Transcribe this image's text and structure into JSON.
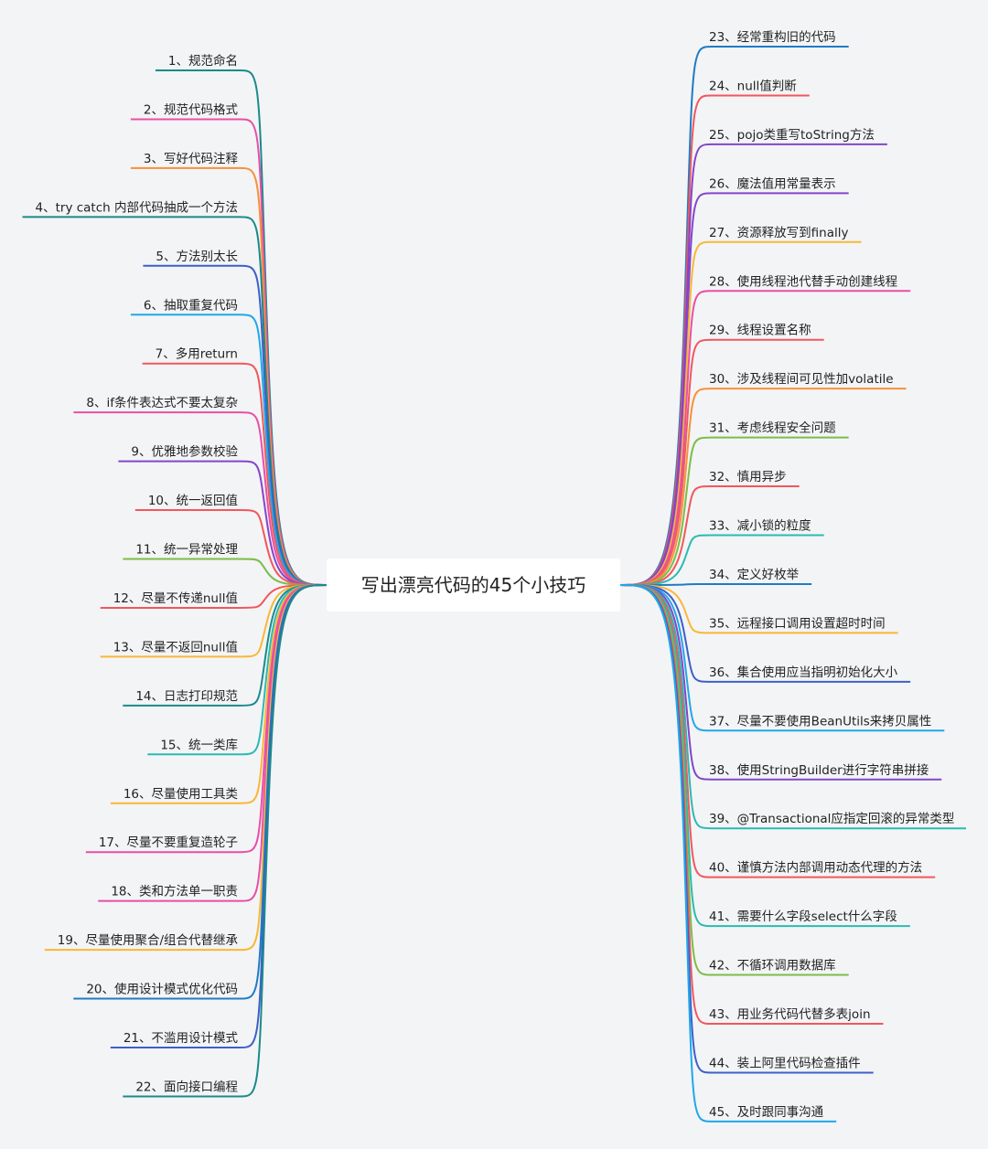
{
  "title": "写出漂亮代码的45个小技巧",
  "left_branches": [
    {
      "label": "1、规范命名",
      "color": "#1b8a8a"
    },
    {
      "label": "2、规范代码格式",
      "color": "#e84fa6"
    },
    {
      "label": "3、写好代码注释",
      "color": "#f6913b"
    },
    {
      "label": "4、try catch 内部代码抽成一个方法",
      "color": "#1b8a8a"
    },
    {
      "label": "5、方法别太长",
      "color": "#3d5fc9"
    },
    {
      "label": "6、抽取重复代码",
      "color": "#1fa8e8"
    },
    {
      "label": "7、多用return",
      "color": "#f2575b"
    },
    {
      "label": "8、if条件表达式不要太复杂",
      "color": "#e84fa6"
    },
    {
      "label": "9、优雅地参数校验",
      "color": "#8545c9"
    },
    {
      "label": "10、统一返回值",
      "color": "#f2575b"
    },
    {
      "label": "11、统一异常处理",
      "color": "#7cbd48"
    },
    {
      "label": "12、尽量不传递null值",
      "color": "#f2575b"
    },
    {
      "label": "13、尽量不返回null值",
      "color": "#f8b835"
    },
    {
      "label": "14、日志打印规范",
      "color": "#1b8a8a"
    },
    {
      "label": "15、统一类库",
      "color": "#2bbab2"
    },
    {
      "label": "16、尽量使用工具类",
      "color": "#f8b835"
    },
    {
      "label": "17、尽量不要重复造轮子",
      "color": "#e84fa6"
    },
    {
      "label": "18、类和方法单一职责",
      "color": "#e84fa6"
    },
    {
      "label": "19、尽量使用聚合/组合代替继承",
      "color": "#f8b835"
    },
    {
      "label": "20、使用设计模式优化代码",
      "color": "#1f7cc4"
    },
    {
      "label": "21、不滥用设计模式",
      "color": "#3d5fc9"
    },
    {
      "label": "22、面向接口编程",
      "color": "#1b8a8a"
    }
  ],
  "right_branches": [
    {
      "label": "23、经常重构旧的代码",
      "color": "#1f7cc4"
    },
    {
      "label": "24、null值判断",
      "color": "#f2575b"
    },
    {
      "label": "25、pojo类重写toString方法",
      "color": "#8545c9"
    },
    {
      "label": "26、魔法值用常量表示",
      "color": "#8545c9"
    },
    {
      "label": "27、资源释放写到finally",
      "color": "#f8b835"
    },
    {
      "label": "28、使用线程池代替手动创建线程",
      "color": "#e84fa6"
    },
    {
      "label": "29、线程设置名称",
      "color": "#f2575b"
    },
    {
      "label": "30、涉及线程间可见性加volatile",
      "color": "#f6913b"
    },
    {
      "label": "31、考虑线程安全问题",
      "color": "#7cbd48"
    },
    {
      "label": "32、慎用异步",
      "color": "#f2575b"
    },
    {
      "label": "33、减小锁的粒度",
      "color": "#2bbab2"
    },
    {
      "label": "34、定义好枚举",
      "color": "#1f7cc4"
    },
    {
      "label": "35、远程接口调用设置超时时间",
      "color": "#f8b835"
    },
    {
      "label": "36、集合使用应当指明初始化大小",
      "color": "#3d5fc9"
    },
    {
      "label": "37、尽量不要使用BeanUtils来拷贝属性",
      "color": "#1fa8e8"
    },
    {
      "label": "38、使用StringBuilder进行字符串拼接",
      "color": "#8545c9"
    },
    {
      "label": "39、@Transactional应指定回滚的异常类型",
      "color": "#2bbab2"
    },
    {
      "label": "40、谨慎方法内部调用动态代理的方法",
      "color": "#f2575b"
    },
    {
      "label": "41、需要什么字段select什么字段",
      "color": "#2bbab2"
    },
    {
      "label": "42、不循环调用数据库",
      "color": "#7cbd48"
    },
    {
      "label": "43、用业务代码代替多表join",
      "color": "#f2575b"
    },
    {
      "label": "44、装上阿里代码检查插件",
      "color": "#3d5fc9"
    },
    {
      "label": "45、及时跟同事沟通",
      "color": "#1fa8e8"
    }
  ]
}
